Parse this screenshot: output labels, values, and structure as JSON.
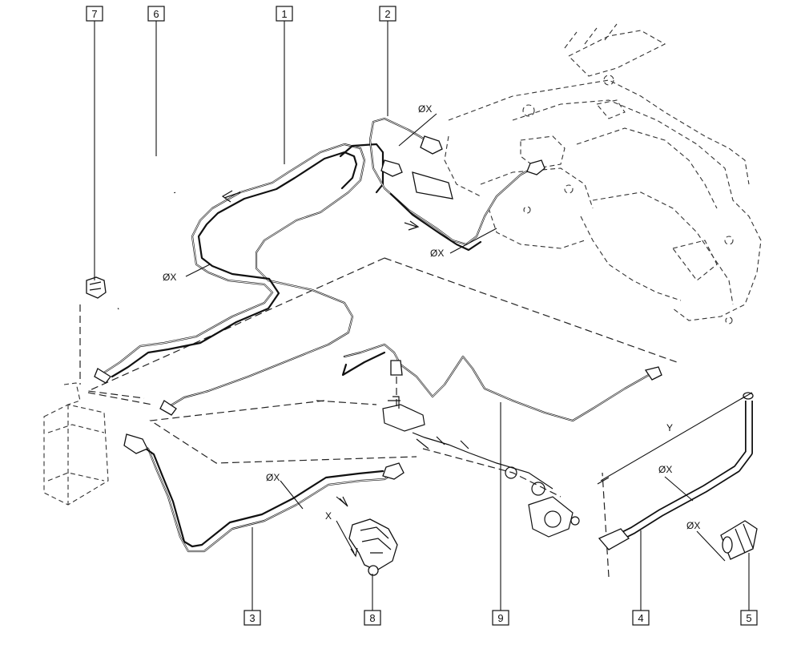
{
  "callouts": {
    "c1": "1",
    "c2": "2",
    "c3": "3",
    "c4": "4",
    "c5": "5",
    "c6": "6",
    "c7": "7",
    "c8": "8",
    "c9": "9"
  },
  "dimensions": {
    "diameter": "ØX",
    "x": "X",
    "y": "Y"
  }
}
